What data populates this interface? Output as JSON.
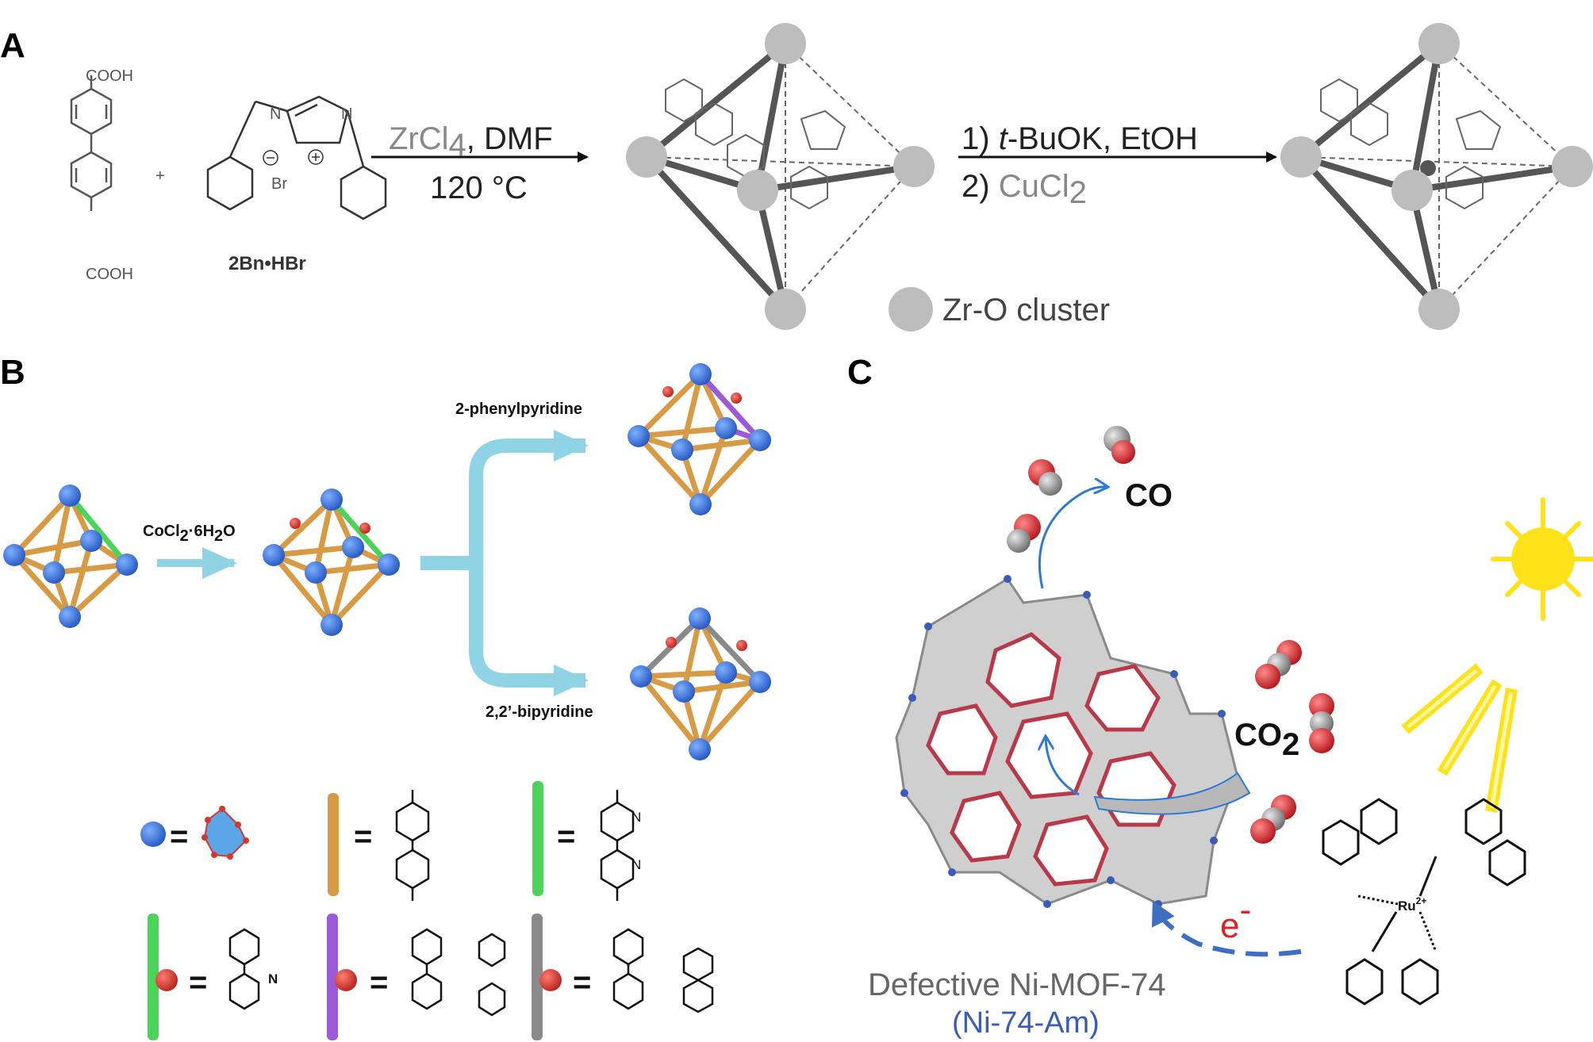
{
  "panels": {
    "a": "A",
    "b": "B",
    "c": "C"
  },
  "panel_a": {
    "cooh_top": "COOH",
    "cooh_bottom": "COOH",
    "plus": "+",
    "bromide": "Br",
    "reagent_label": "2Bn•HBr",
    "step1_reagent": "ZrCl",
    "step1_sub": "4",
    "step1_solvent": ", DMF",
    "step1_temp": "120 °C",
    "step2_line1_num": "1) ",
    "step2_line1_italic": "t",
    "step2_line1_rest": "-BuOK, EtOH",
    "step2_line2_num": "2) ",
    "step2_line2_reagent": "CuCl",
    "step2_line2_sub": "2",
    "legend_label": "Zr-O cluster",
    "colors": {
      "node": "#bdbdbd",
      "strut": "#555555",
      "grey_text": "#888888"
    }
  },
  "panel_b": {
    "reagent_co": "CoCl",
    "reagent_co_sub": "2",
    "reagent_co_rest": "·6H",
    "reagent_co_sub2": "2",
    "reagent_co_end": "O",
    "branch_top": "2-phenylpyridine",
    "branch_bottom": "2,2’-bipyridine",
    "equals": "=",
    "colors": {
      "node": "#3b7be0",
      "orange": "#d89b45",
      "green": "#4cd35a",
      "purple": "#9b5ad6",
      "grey": "#8a8a8a",
      "red": "#d6362b",
      "arrow": "#8fd3e4"
    }
  },
  "panel_c": {
    "co_label": "CO",
    "co2_label": "CO",
    "co2_sub": "2",
    "electron": "e",
    "electron_sup": "-",
    "mof_name": "Defective Ni-MOF-74",
    "mof_code": "(Ni-74-Am)",
    "ru_label": "Ru",
    "ru_charge": "2+",
    "n_atom": "N",
    "colors": {
      "sun": "#ffe21a",
      "electron_arrow": "#3d6fc2",
      "flow_arrow": "#2d7bd0",
      "o": "#e0262c",
      "c": "#9a9a9a"
    }
  }
}
